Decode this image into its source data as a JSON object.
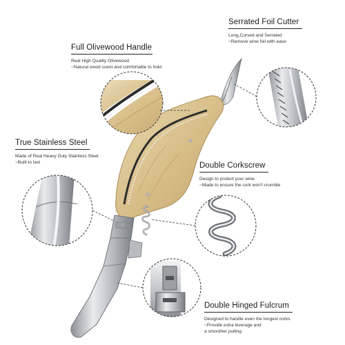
{
  "features": [
    {
      "id": "serrated",
      "title": "Serrated Foil Cutter",
      "lines": [
        "Long,Curved and Serrated",
        "~Remove wine foil with ease"
      ]
    },
    {
      "id": "olivewood",
      "title": "Full Olivewood Handle",
      "lines": [
        "Real High Quality Olivewood",
        "~Natural wood scent and comfortable to hold"
      ]
    },
    {
      "id": "steel",
      "title": "True Stainless Steel",
      "lines": [
        "Made of Real Heavy Duty Stainless Steel",
        "~Built to last"
      ]
    },
    {
      "id": "corkscrew",
      "title": "Double Corkscrew",
      "lines": [
        "Design to protect your wine",
        "~Made to ensure the cork won't crumble"
      ]
    },
    {
      "id": "fulcrum",
      "title": "Double Hinged Fulcrum",
      "lines": [
        "Designed to handle even the longest corks",
        "~Provide extra leverage and",
        " a smoother pulling"
      ]
    }
  ],
  "colors": {
    "wood": "#d9c28f",
    "wood_dark": "#a88a52",
    "steel": "#c9ccd0",
    "steel_dark": "#7d8187",
    "callout_line": "#333333"
  }
}
